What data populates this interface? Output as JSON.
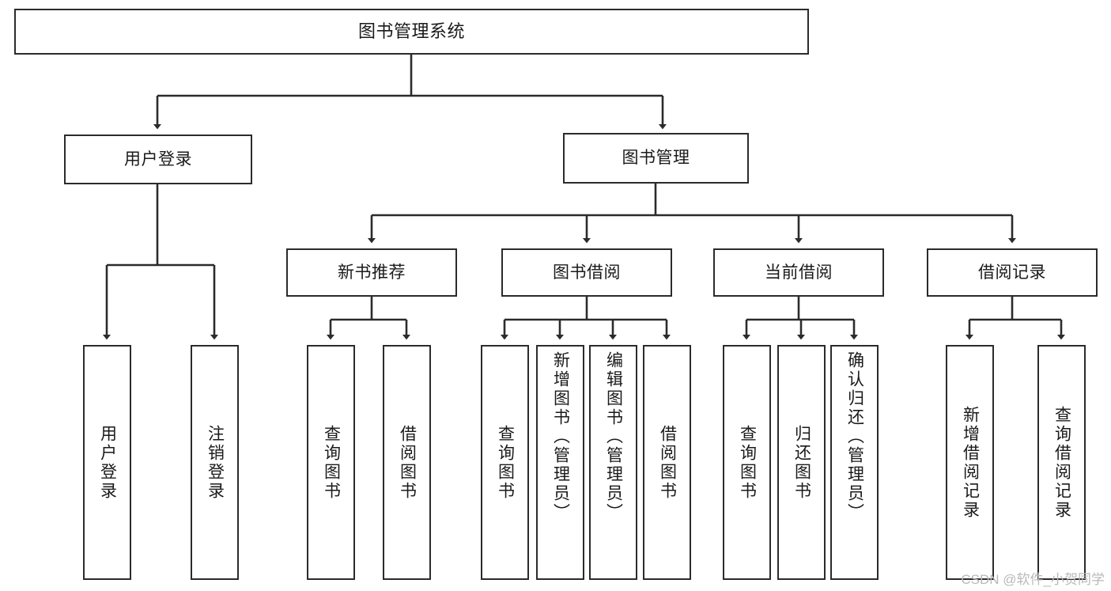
{
  "diagram": {
    "title": "图书管理系统",
    "type": "functional-structure-tree",
    "watermark": "CSDN @软件_小贺同学",
    "colors": {
      "box_border": "#2b2b2b",
      "box_fill": "#ffffff",
      "edge": "#2b2b2b",
      "text": "#1a1a1a",
      "watermark": "#b9b9b9",
      "background": "#ffffff"
    },
    "levels": {
      "root": "图书管理系统",
      "level1": [
        "用户登录",
        "图书管理"
      ],
      "level2": [
        "新书推荐",
        "图书借阅",
        "当前借阅",
        "借阅记录"
      ]
    },
    "nodes": {
      "root": {
        "label": "图书管理系统"
      },
      "user_login": {
        "label": "用户登录"
      },
      "book_manage": {
        "label": "图书管理"
      },
      "new_book_rec": {
        "label": "新书推荐"
      },
      "book_borrow": {
        "label": "图书借阅"
      },
      "current_borrow": {
        "label": "当前借阅"
      },
      "borrow_record": {
        "label": "借阅记录"
      },
      "leaf_user_login": {
        "label": "用户登录"
      },
      "leaf_logout": {
        "label": "注销登录"
      },
      "leaf_query_book_1": {
        "label": "查询图书"
      },
      "leaf_borrow_book_1": {
        "label": "借阅图书"
      },
      "leaf_query_book_2": {
        "label": "查询图书"
      },
      "leaf_add_book": {
        "label": "新增图书（管理员）"
      },
      "leaf_edit_book": {
        "label": "编辑图书（管理员）"
      },
      "leaf_borrow_book_2": {
        "label": "借阅图书"
      },
      "leaf_query_book_3": {
        "label": "查询图书"
      },
      "leaf_return_book": {
        "label": "归还图书"
      },
      "leaf_confirm_return": {
        "label": "确认归还（管理员）"
      },
      "leaf_add_record": {
        "label": "新增借阅记录"
      },
      "leaf_query_record": {
        "label": "查询借阅记录"
      }
    },
    "edges": [
      {
        "from": "root",
        "to": "user_login"
      },
      {
        "from": "root",
        "to": "book_manage"
      },
      {
        "from": "user_login",
        "to": "leaf_user_login"
      },
      {
        "from": "user_login",
        "to": "leaf_logout"
      },
      {
        "from": "book_manage",
        "to": "new_book_rec"
      },
      {
        "from": "book_manage",
        "to": "book_borrow"
      },
      {
        "from": "book_manage",
        "to": "current_borrow"
      },
      {
        "from": "book_manage",
        "to": "borrow_record"
      },
      {
        "from": "new_book_rec",
        "to": "leaf_query_book_1"
      },
      {
        "from": "new_book_rec",
        "to": "leaf_borrow_book_1"
      },
      {
        "from": "book_borrow",
        "to": "leaf_query_book_2"
      },
      {
        "from": "book_borrow",
        "to": "leaf_add_book"
      },
      {
        "from": "book_borrow",
        "to": "leaf_edit_book"
      },
      {
        "from": "book_borrow",
        "to": "leaf_borrow_book_2"
      },
      {
        "from": "current_borrow",
        "to": "leaf_query_book_3"
      },
      {
        "from": "current_borrow",
        "to": "leaf_return_book"
      },
      {
        "from": "current_borrow",
        "to": "leaf_confirm_return"
      },
      {
        "from": "borrow_record",
        "to": "leaf_add_record"
      },
      {
        "from": "borrow_record",
        "to": "leaf_query_record"
      }
    ]
  }
}
